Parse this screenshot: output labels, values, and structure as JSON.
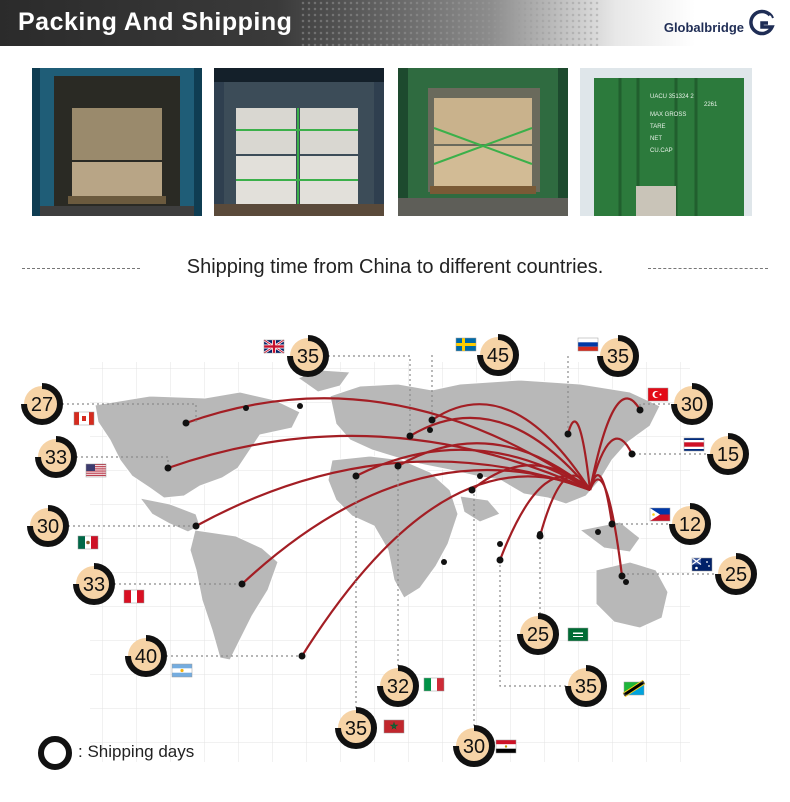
{
  "header": {
    "title": "Packing And Shipping",
    "brand": "Globalbridge"
  },
  "photos": [
    {
      "name": "container-photo-1"
    },
    {
      "name": "container-photo-2"
    },
    {
      "name": "container-photo-3"
    },
    {
      "name": "container-photo-4",
      "text": [
        "UACU 351324 2",
        "2261",
        "MAX GROSS",
        "TARE",
        "NET",
        "CU.CAP"
      ]
    }
  ],
  "subtitle": "Shipping time from China to different countries.",
  "legend": {
    "label": ": Shipping days"
  },
  "colors": {
    "route": "#a31e24",
    "ring": "#111111",
    "fill": "#f6d3a6",
    "land": "#b8b8b8"
  },
  "countries": [
    {
      "days": "27",
      "flag": "canada-flag"
    },
    {
      "days": "33",
      "flag": "usa-flag"
    },
    {
      "days": "30",
      "flag": "mexico-flag"
    },
    {
      "days": "33",
      "flag": "peru-flag"
    },
    {
      "days": "40",
      "flag": "argentina-flag"
    },
    {
      "days": "35",
      "flag": "uk-flag"
    },
    {
      "days": "45",
      "flag": "sweden-flag"
    },
    {
      "days": "35",
      "flag": "russia-flag"
    },
    {
      "days": "30",
      "flag": "turkey-flag"
    },
    {
      "days": "15",
      "flag": "costa-rica-flag"
    },
    {
      "days": "12",
      "flag": "philippines-flag"
    },
    {
      "days": "25",
      "flag": "australia-flag"
    },
    {
      "days": "25",
      "flag": "saudi-arabia-flag"
    },
    {
      "days": "35",
      "flag": "tanzania-flag"
    },
    {
      "days": "32",
      "flag": "italy-flag"
    },
    {
      "days": "35",
      "flag": "morocco-flag"
    },
    {
      "days": "30",
      "flag": "egypt-flag"
    }
  ]
}
